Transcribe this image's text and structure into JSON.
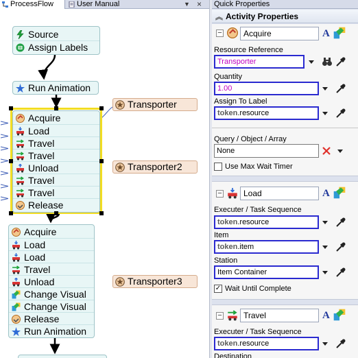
{
  "tabs": {
    "process_flow": "ProcessFlow",
    "user_manual": "User Manual",
    "close": "×",
    "overflow": "▼"
  },
  "flow": {
    "block1": [
      "Source",
      "Assign Labels"
    ],
    "run_animation_top": "Run Animation",
    "block2": [
      "Acquire",
      "Load",
      "Travel",
      "Travel",
      "Unload",
      "Travel",
      "Travel",
      "Release"
    ],
    "block3": [
      "Acquire",
      "Load",
      "Load",
      "Travel",
      "Unload",
      "Change Visual",
      "Change Visual",
      "Release",
      "Run Animation"
    ],
    "resources": [
      "Transporter",
      "Transporter2",
      "Transporter3"
    ]
  },
  "properties": {
    "title": "Quick Properties",
    "section": "Activity Properties",
    "acquire": {
      "name": "Acquire",
      "resource_reference_label": "Resource Reference",
      "resource_reference_value": "Transporter",
      "quantity_label": "Quantity",
      "quantity_value": "1.00",
      "assign_to_label": "Assign To Label",
      "assign_to_token": "token",
      "assign_to_rest": ".resource",
      "query_label": "Query / Object / Array",
      "query_value": "None",
      "max_wait_label": "Use Max Wait Timer",
      "max_wait_checked": false
    },
    "load": {
      "name": "Load",
      "executer_label": "Executer / Task Sequence",
      "executer_token": "token",
      "executer_rest": ".resource",
      "item_label": "Item",
      "item_token": "token",
      "item_rest": ".item",
      "station_label": "Station",
      "station_value": "Item Container",
      "wait_label": "Wait Until Complete",
      "wait_check": "✓"
    },
    "travel": {
      "name": "Travel",
      "executer_label": "Executer / Task Sequence",
      "executer_token": "token",
      "executer_rest": ".resource",
      "destination_label": "Destination"
    }
  },
  "colors": {
    "block_fill": "#e8f6f6",
    "selection": "#f2dd23",
    "resource_fill": "#f8e6d8",
    "field_border": "#2a2ad0",
    "expression_value": "#c000c0"
  },
  "icons": {
    "source": "green-lightning-icon",
    "assign_labels": "green-tag-icon",
    "run_animation": "blue-star-icon",
    "acquire": "hand-acquire-icon",
    "load": "cart-load-icon",
    "travel": "travel-arrow-icon",
    "unload": "cart-unload-icon",
    "release": "hand-release-icon",
    "change_visual": "palette-icon",
    "resource": "star-circle-icon"
  }
}
